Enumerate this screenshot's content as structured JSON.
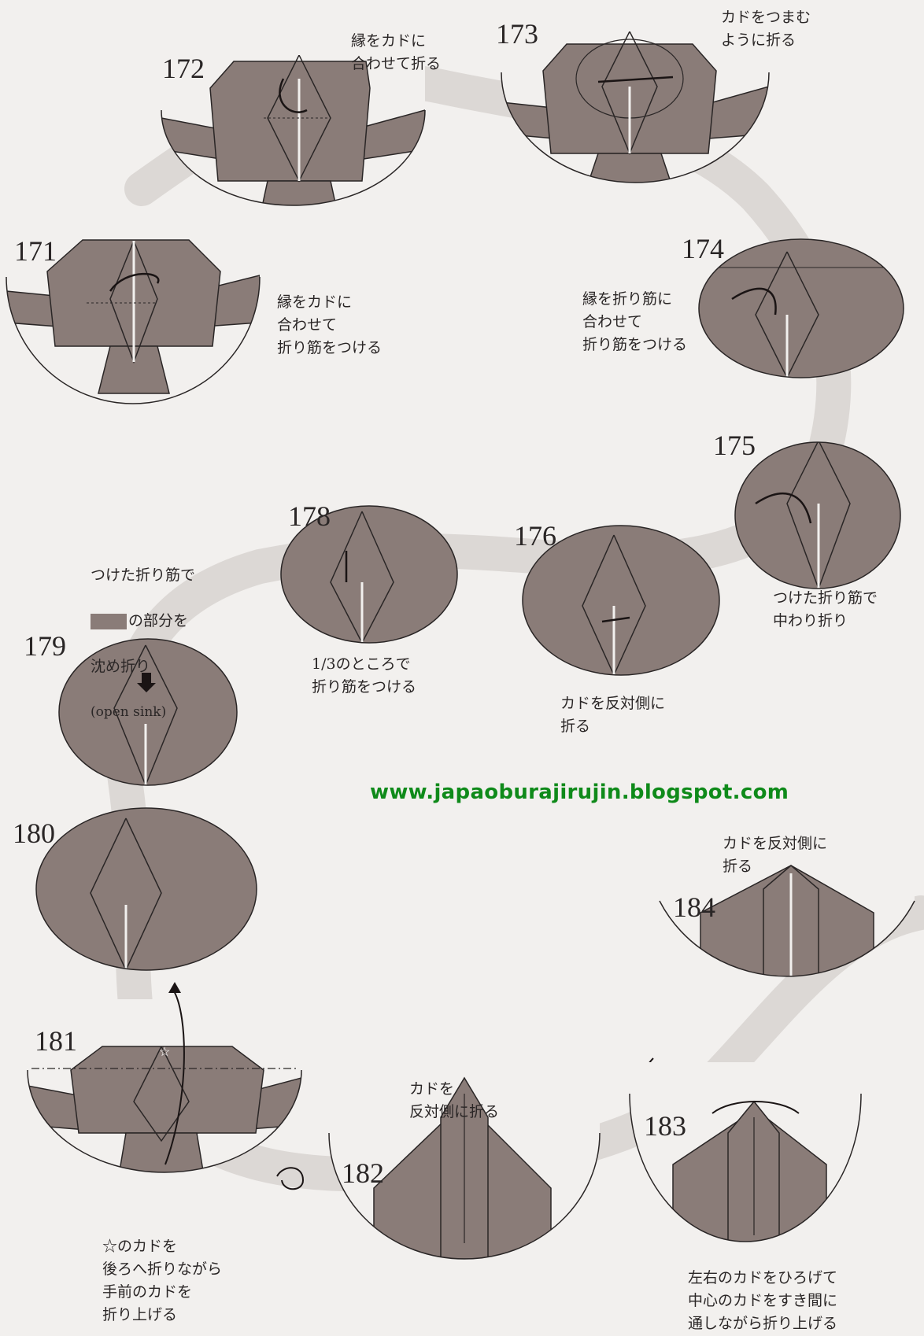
{
  "steps": {
    "s171": {
      "number": "171",
      "note": "縁をカドに\n合わせて\n折り筋をつける"
    },
    "s172": {
      "number": "172",
      "note": "縁をカドに\n合わせて折る"
    },
    "s173": {
      "number": "173",
      "note": "カドをつまむ\nように折る"
    },
    "s174": {
      "number": "174",
      "note": "縁を折り筋に\n合わせて\n折り筋をつける"
    },
    "s175": {
      "number": "175",
      "note": "つけた折り筋で\n中わり折り"
    },
    "s176": {
      "number": "176",
      "note": "カドを反対側に\n折る"
    },
    "s178": {
      "number": "178",
      "note": "1/3のところで\n折り筋をつける"
    },
    "s179": {
      "number": "179",
      "note_line1": "つけた折り筋で",
      "note_line2": "の部分を",
      "note_line3": "沈め折り",
      "note_line4": "(open sink)"
    },
    "s180": {
      "number": "180"
    },
    "s181": {
      "number": "181",
      "note": "☆のカドを\n後ろへ折りながら\n手前のカドを\n折り上げる"
    },
    "s182": {
      "number": "182",
      "note": "カドを\n反対側に折る"
    },
    "s183": {
      "number": "183",
      "note": "左右のカドをひろげて\n中心のカドをすき間に\n通しながら折り上げる"
    },
    "s184": {
      "number": "184",
      "note": "カドを反対側に\n折る"
    }
  },
  "watermark": {
    "url": "www.japaoburajirujin.blogspot.com"
  },
  "colors": {
    "paper": "#8a7c78",
    "background": "#f2f0ee",
    "path": "#d9d5d2",
    "ink": "#2a2626",
    "url": "#0f8a1a"
  },
  "icons": [
    "turn-over-icon",
    "star-icon",
    "fold-arrow-icon",
    "sink-arrow-icon"
  ]
}
